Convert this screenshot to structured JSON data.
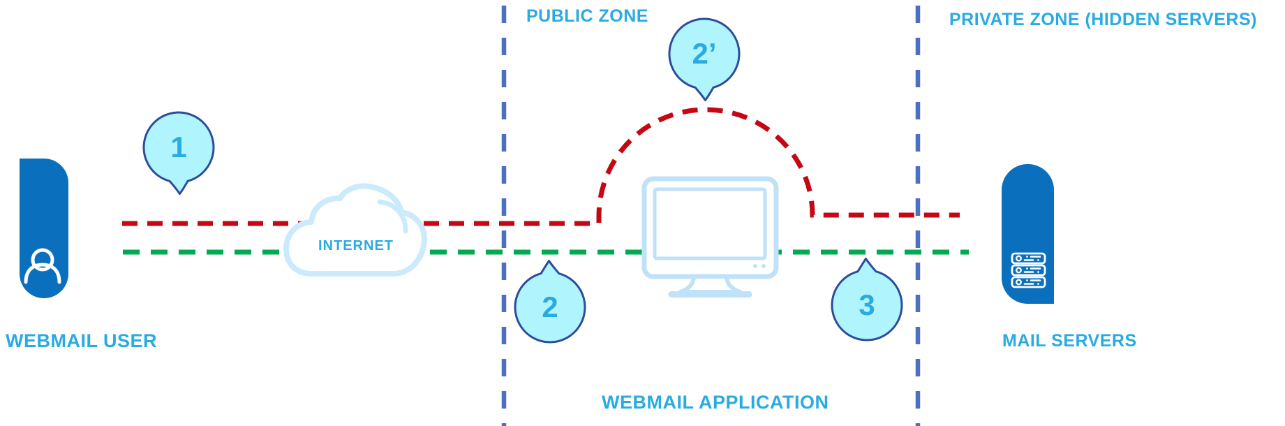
{
  "zones": {
    "public": "PUBLIC ZONE",
    "private": "PRIVATE ZONE (HIDDEN SERVERS)"
  },
  "nodes": {
    "user": "WEBMAIL USER",
    "internet": "INTERNET",
    "application": "WEBMAIL APPLICATION",
    "servers": "MAIL SERVERS"
  },
  "markers": {
    "m1": "1",
    "m2p": "2’",
    "m2": "2",
    "m3": "3"
  },
  "colors": {
    "accent_blue": "#29ABE2",
    "dark_blue": "#0A6FBD",
    "icon_blue": "#BFE2F8",
    "cloud_blue": "#CBEAFC",
    "zone_line_blue": "#4C6FC0",
    "red_path": "#C50714",
    "green_path": "#02A953",
    "bubble_fill": "#B0F4FD",
    "bubble_border": "#2C4C9C"
  }
}
